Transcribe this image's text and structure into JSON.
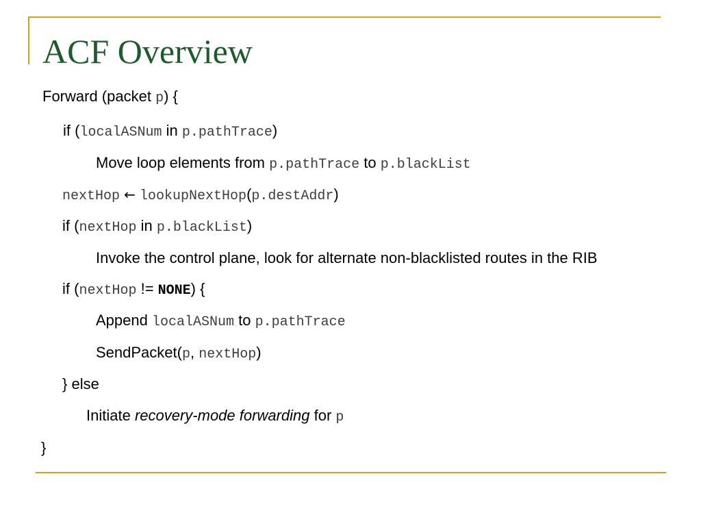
{
  "slide": {
    "title": "ACF Overview",
    "accent_color": "#d6a21e",
    "title_color": "#1c5b2a"
  },
  "code": {
    "l1": [
      "Forward (packet ",
      "p",
      ")  {"
    ],
    "l2": [
      "if (",
      "localASNum",
      " in ",
      "p.pathTrace",
      ")"
    ],
    "l3": [
      "Move loop elements from ",
      "p.pathTrace",
      " to ",
      "p.blackList"
    ],
    "l4": [
      "nextHop",
      " ",
      "←",
      " ",
      "lookupNextHop",
      "(",
      "p.destAddr",
      ")"
    ],
    "l5": [
      "if (",
      "nextHop",
      " in ",
      "p.blackList",
      ")"
    ],
    "l6": [
      "Invoke the control plane, look for alternate non-blacklisted routes in the RIB"
    ],
    "l7": [
      "if (",
      "nextHop",
      "  != ",
      "NONE",
      ") {"
    ],
    "l8": [
      "Append ",
      "localASNum",
      " to ",
      "p.pathTrace"
    ],
    "l9": [
      "SendPacket(",
      "p",
      ", ",
      "nextHop",
      ")"
    ],
    "l10": [
      "} else"
    ],
    "l11": [
      "Initiate ",
      "recovery-mode forwarding",
      " for ",
      "p"
    ],
    "l12": [
      "}"
    ]
  }
}
